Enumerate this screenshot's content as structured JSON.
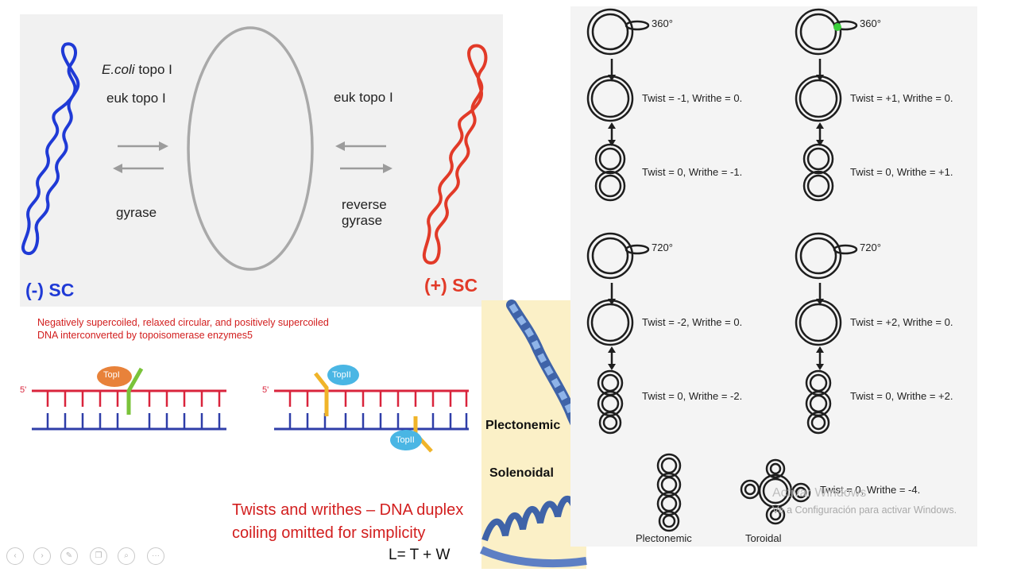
{
  "topo": {
    "ecoli": "E.coli",
    "topo1_suffix": "topo I",
    "euk_left": "euk topo I",
    "euk_right": "euk topo I",
    "gyrase": "gyrase",
    "reverse": "reverse",
    "reverse_gyrase": "gyrase",
    "neg_sc": "(-) SC",
    "pos_sc": "(+) SC"
  },
  "caption": {
    "line1": "Negatively supercoiled, relaxed circular, and positively supercoiled",
    "line2": "DNA interconverted by topoisomerase enzymes5"
  },
  "enzymes": {
    "five_prime_a": "5'",
    "five_prime_b": "5'",
    "topo1": "TopI",
    "topo2_top": "TopII",
    "topo2_bottom": "TopII"
  },
  "twist": {
    "deg1": "360°",
    "deg2": "360°",
    "deg3": "720°",
    "deg4": "720°",
    "r1": "Twist = -1, Writhe = 0.",
    "r2": "Twist = +1, Writhe = 0.",
    "r3": "Twist = 0, Writhe = -1.",
    "r4": "Twist = 0, Writhe = +1.",
    "r5": "Twist = -2, Writhe = 0.",
    "r6": "Twist = +2, Writhe = 0.",
    "r7": "Twist = 0, Writhe = -2.",
    "r8": "Twist = 0, Writhe = +2.",
    "r9": "Twist = 0, Writhe = -4.",
    "plectonemic": "Plectonemic",
    "toroidal": "Toroidal"
  },
  "plect_panel": {
    "plectonemic": "Plectonemic",
    "solenoidal": "Solenoidal"
  },
  "bottom": {
    "line1": "Twists and writhes – DNA duplex",
    "line2": "coiling omitted for simplicity",
    "formula": "L= T + W"
  },
  "watermark": {
    "line1": "Activar Windows",
    "line2": "Ve a Configuración para activar Windows."
  },
  "nav": {
    "prev": "‹",
    "next": "›",
    "pen": "✎",
    "copy": "❐",
    "zoom": "⌕",
    "more": "···"
  },
  "colors": {
    "neg_strand": "#1f3ad6",
    "pos_strand": "#e23a28",
    "caption_red": "#d21e1e",
    "dna_red": "#d9243c",
    "dna_blue": "#2f3ea8",
    "topo1_orange": "#e8823a",
    "topo2_blue": "#4ab6e4",
    "plect_panel_bg": "#fbf0c7"
  }
}
